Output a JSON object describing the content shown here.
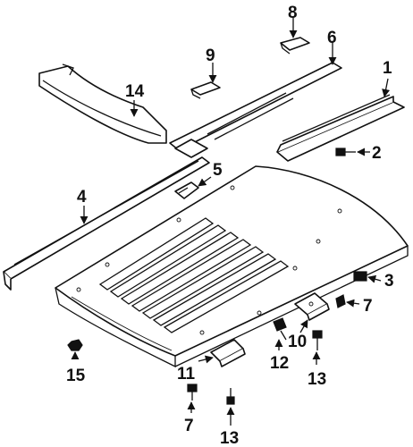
{
  "callouts": {
    "c1": "1",
    "c2": "2",
    "c3": "3",
    "c4": "4",
    "c5": "5",
    "c6": "6",
    "c7a": "7",
    "c7b": "7",
    "c8": "8",
    "c9": "9",
    "c10": "10",
    "c11": "11",
    "c12": "12",
    "c13a": "13",
    "c13b": "13",
    "c14": "14",
    "c15": "15"
  },
  "colors": {
    "ink": "#111111",
    "background": "#ffffff"
  }
}
